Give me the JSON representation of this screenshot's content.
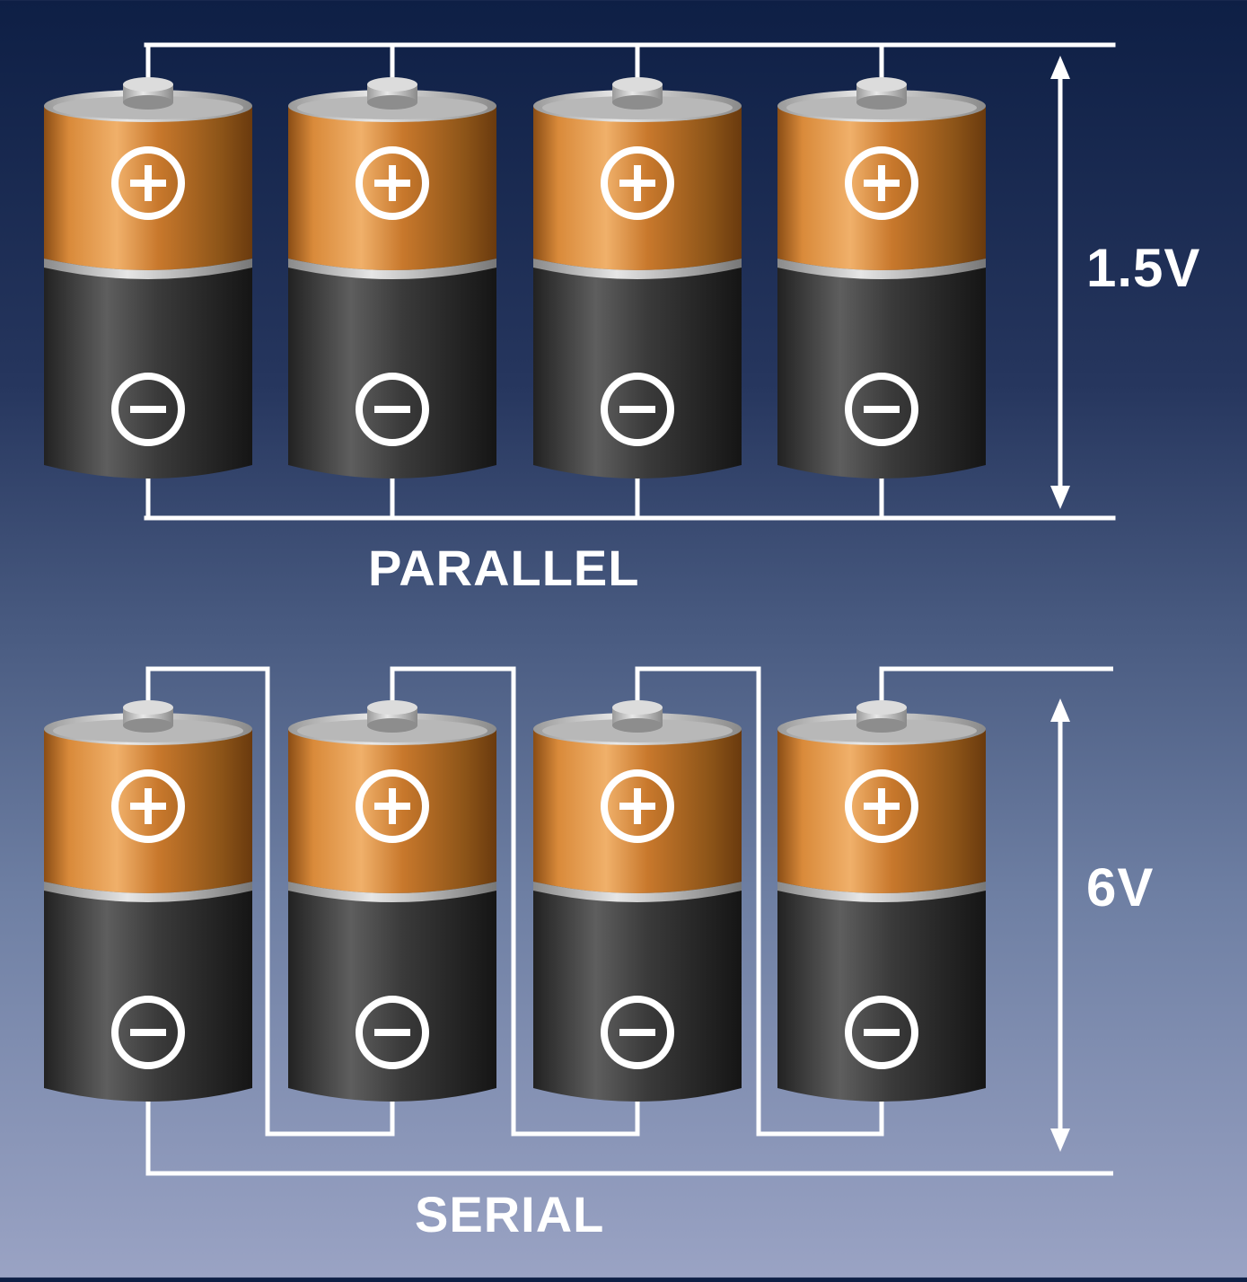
{
  "diagrams": [
    {
      "id": "parallel",
      "title": "PARALLEL",
      "voltage": "1.5V",
      "battery_count": 4,
      "connection": "parallel"
    },
    {
      "id": "serial",
      "title": "SERIAL",
      "voltage": "6V",
      "battery_count": 4,
      "connection": "series"
    }
  ],
  "battery": {
    "positive_symbol": "+",
    "negative_symbol": "−",
    "colors": {
      "top_light": "#e8a45a",
      "top_dark": "#7a4514",
      "bottom_light": "#5a5a5a",
      "bottom_dark": "#1c1c1c",
      "band": "#c9c9c9",
      "wire": "#ffffff"
    }
  }
}
